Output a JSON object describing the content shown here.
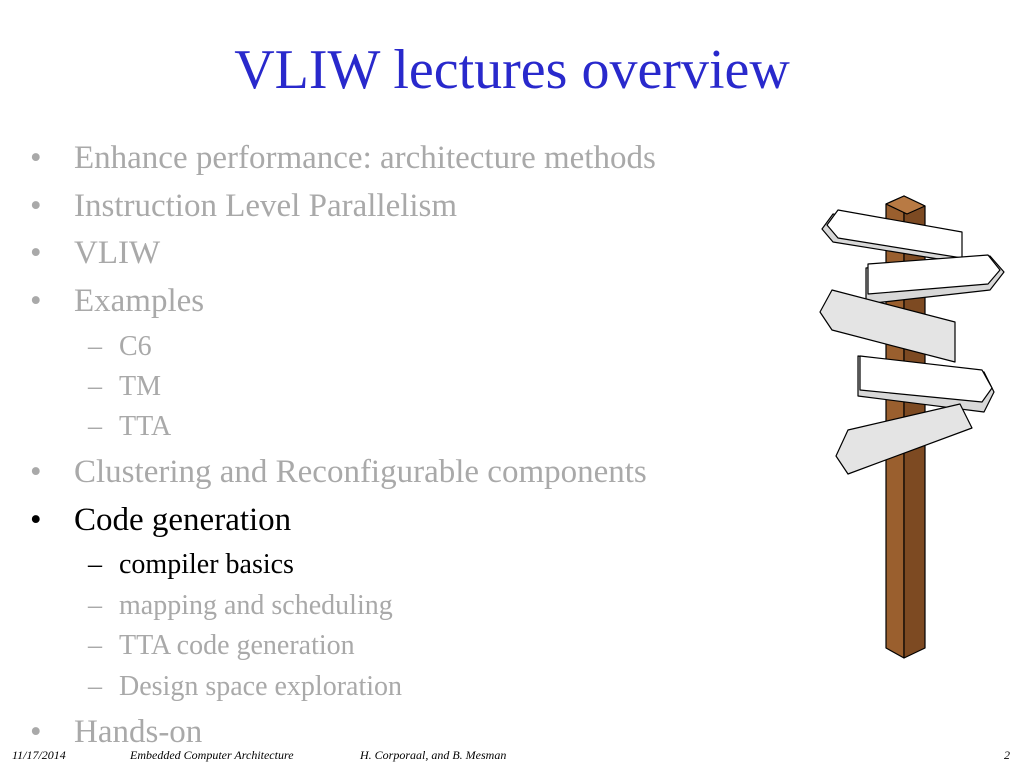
{
  "title": "VLIW lectures overview",
  "outline": [
    {
      "level": 1,
      "marker": "•",
      "text": "Enhance performance: architecture methods",
      "state": "dim"
    },
    {
      "level": 1,
      "marker": "•",
      "text": "Instruction Level Parallelism",
      "state": "dim"
    },
    {
      "level": 1,
      "marker": "•",
      "text": "VLIW",
      "state": "dim"
    },
    {
      "level": 1,
      "marker": "•",
      "text": "Examples",
      "state": "dim"
    },
    {
      "level": 2,
      "marker": "–",
      "text": "C6",
      "state": "dim"
    },
    {
      "level": 2,
      "marker": "–",
      "text": "TM",
      "state": "dim"
    },
    {
      "level": 2,
      "marker": "–",
      "text": "TTA",
      "state": "dim"
    },
    {
      "level": 1,
      "marker": "•",
      "text": "Clustering and Reconfigurable components",
      "state": "dim"
    },
    {
      "level": 1,
      "marker": "•",
      "text": "Code generation",
      "state": "active"
    },
    {
      "level": 2,
      "marker": "–",
      "text": "compiler basics",
      "state": "active"
    },
    {
      "level": 2,
      "marker": "–",
      "text": "mapping and scheduling",
      "state": "dim"
    },
    {
      "level": 2,
      "marker": "–",
      "text": "TTA code generation",
      "state": "dim"
    },
    {
      "level": 2,
      "marker": "–",
      "text": "Design space exploration",
      "state": "dim"
    },
    {
      "level": 1,
      "marker": "•",
      "text": "Hands-on",
      "state": "dim"
    }
  ],
  "footer": {
    "date": "11/17/2014",
    "course": "Embedded Computer Architecture",
    "authors": "H. Corporaal, and B. Mesman",
    "page": "2"
  },
  "colors": {
    "title": "#2929cc",
    "dim_text": "#a9a9a9",
    "active_text": "#000000",
    "post_wood": "#9a5f2e"
  },
  "illustration": "signpost-icon"
}
